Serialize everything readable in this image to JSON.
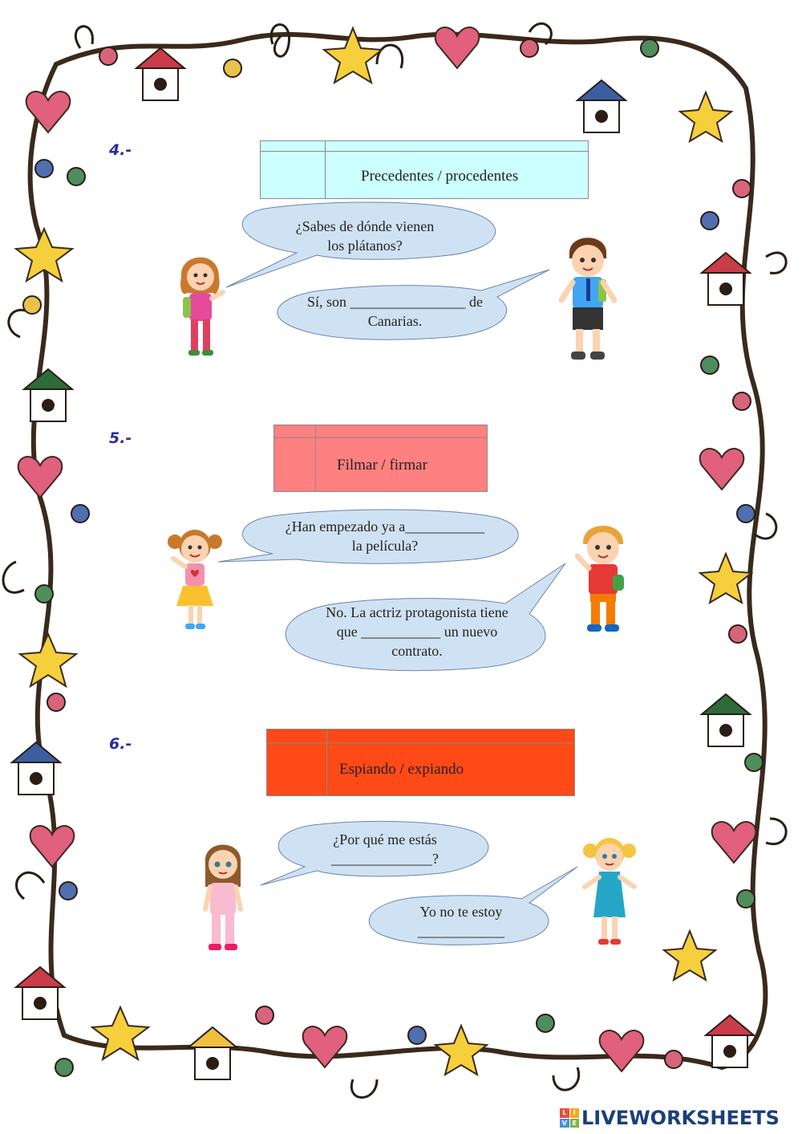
{
  "exercises": [
    {
      "number": "4.-",
      "words": "Precedentes / procedentes",
      "box_color": "#ccffff",
      "question": [
        "¿Sabes de dónde vienen",
        "los plátanos?"
      ],
      "answer": [
        "Sí, son ________________ de",
        "Canarias."
      ]
    },
    {
      "number": "5.-",
      "words": "Filmar / firmar",
      "box_color": "#ff8080",
      "question": [
        "¿Han empezado ya a___________",
        "la película?"
      ],
      "answer": [
        "No. La actriz protagonista tiene",
        "que ___________ un nuevo",
        "contrato."
      ]
    },
    {
      "number": "6.-",
      "words": "Espiando / expiando",
      "box_color": "#ff4a17",
      "question": [
        "¿Por qué me estás",
        "______________?"
      ],
      "answer": [
        "Yo no te estoy",
        "____________"
      ]
    }
  ],
  "bubble_color": "#cfe2f3",
  "footer": {
    "logo_text": "LIVEWORKSHEETS",
    "badge_letters": [
      "L",
      "I",
      "V",
      "E"
    ]
  }
}
